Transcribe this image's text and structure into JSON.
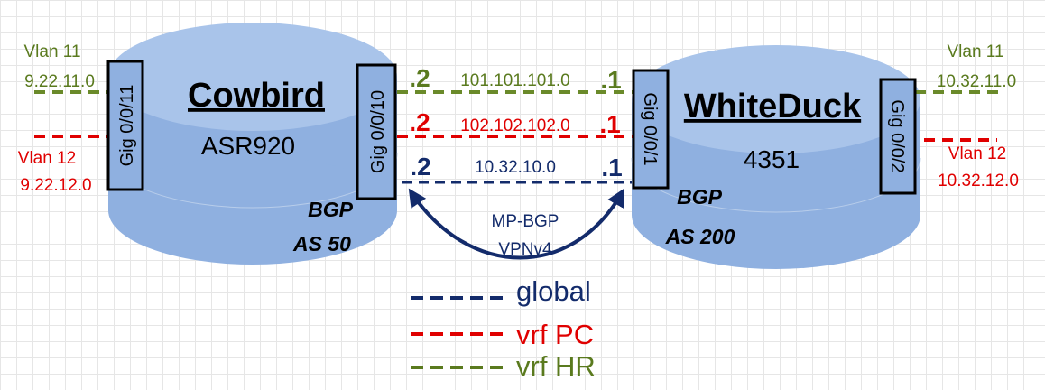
{
  "routers": {
    "left": {
      "name": "Cowbird",
      "model": "ASR920",
      "bgp_label": "BGP",
      "as_label": "AS 50",
      "interface_left": "Gig 0/0/11",
      "interface_right": "Gig 0/0/10"
    },
    "right": {
      "name": "WhiteDuck",
      "model": "4351",
      "bgp_label": "BGP",
      "as_label": "AS 200",
      "interface_left": "Gig 0/0/1",
      "interface_right": "Gig 0/0/2"
    }
  },
  "left_edge": {
    "vlan11_label": "Vlan 11",
    "vlan11_subnet": "9.22.11.0",
    "vlan12_label": "Vlan 12",
    "vlan12_subnet": "9.22.12.0"
  },
  "right_edge": {
    "vlan11_label": "Vlan 11",
    "vlan11_subnet": "10.32.11.0",
    "vlan12_label": "Vlan 12",
    "vlan12_subnet": "10.32.12.0"
  },
  "links": {
    "hr": {
      "subnet": "101.101.101.0",
      "left_host": ".2",
      "right_host": ".1",
      "color": "#5a7a1e"
    },
    "pc": {
      "subnet": "102.102.102.0",
      "left_host": ".2",
      "right_host": ".1",
      "color": "#e00000"
    },
    "global": {
      "subnet": "10.32.10.0",
      "left_host": ".2",
      "right_host": ".1",
      "color": "#132b6b"
    }
  },
  "session": {
    "line1": "MP-BGP",
    "line2": "VPNv4"
  },
  "legend": [
    {
      "label": "global",
      "color": "#132b6b"
    },
    {
      "label": "vrf PC",
      "color": "#e00000"
    },
    {
      "label": "vrf HR",
      "color": "#5a7a1e"
    }
  ],
  "colors": {
    "router_fill": "#8fb0e0",
    "router_top": "#a9c4ea",
    "box_fill": "#8fb0e0"
  }
}
